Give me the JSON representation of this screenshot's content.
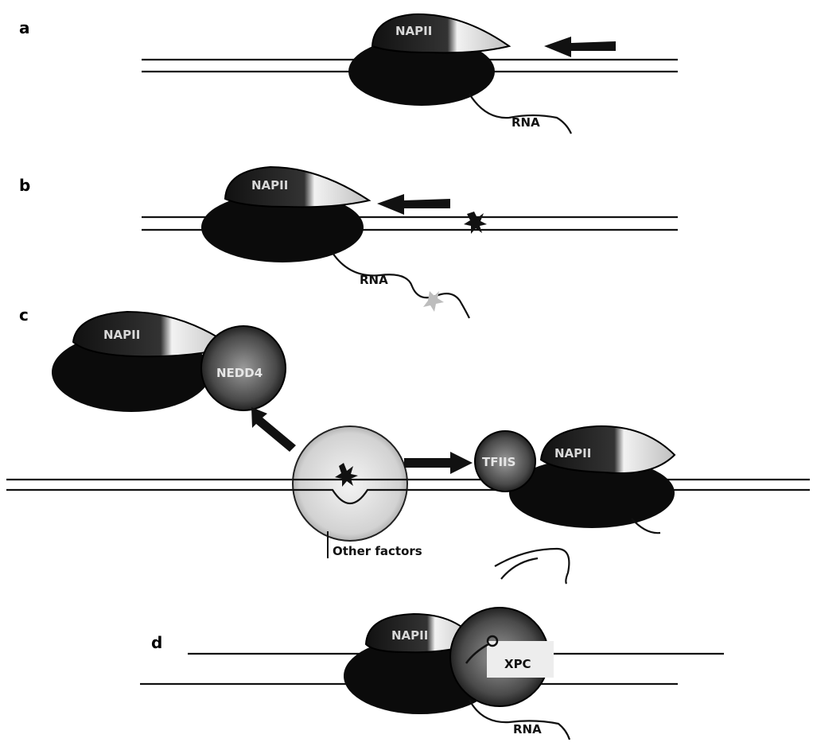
{
  "panels": [
    {
      "id": "a",
      "label": "a",
      "complex": "NAPII",
      "rna": "RNA"
    },
    {
      "id": "b",
      "label": "b",
      "complex": "NAPII",
      "rna": "RNA"
    },
    {
      "id": "c",
      "label": "c",
      "complex_top": "NAPII",
      "partner_top": "NEDD4",
      "complex_right": "NAPII",
      "partner_right": "TFIIS",
      "factors": "Other factors"
    },
    {
      "id": "d",
      "label": "d",
      "complex": "NAPII",
      "partner": "XPC",
      "rna": "RNA"
    }
  ],
  "colors": {
    "polymerase": "#0b0b0b",
    "clamp": "#c9c9c9",
    "dna": "#111111"
  }
}
